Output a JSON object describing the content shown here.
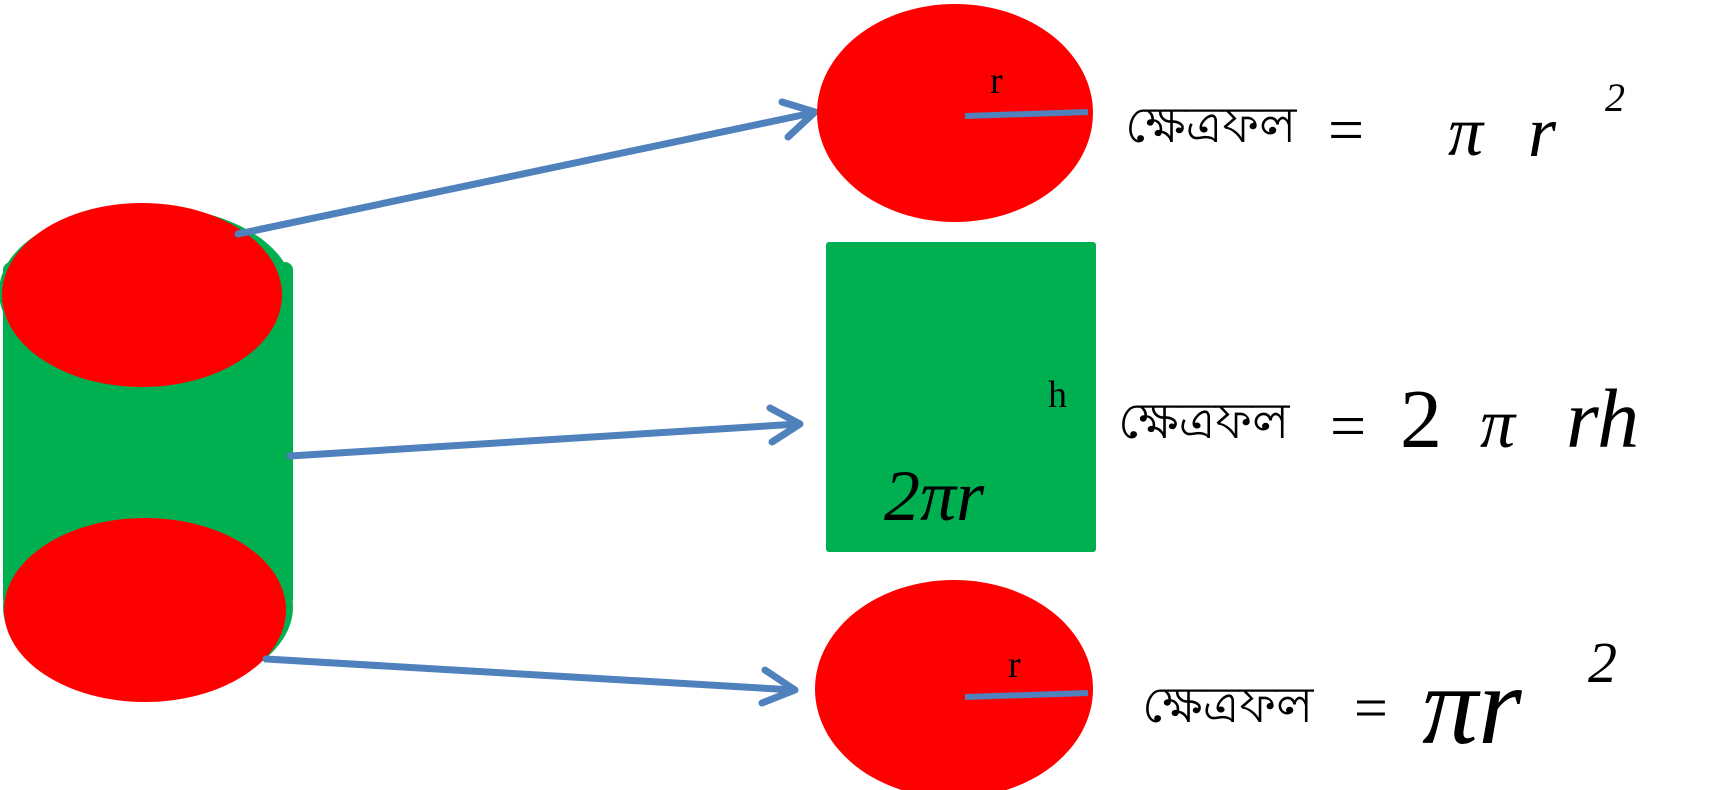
{
  "colors": {
    "red": "#ff0000",
    "green": "#00b050",
    "arrow": "#4f81bd",
    "radius_line": "#4f81bd",
    "text": "#000000"
  },
  "top_circle": {
    "radius_label": "r",
    "area_word": "ক্ষেত্রফল",
    "equals": "=",
    "pi": "π",
    "r": "r",
    "exponent": "2"
  },
  "rectangle": {
    "height_label": "h",
    "width_label": "2πr",
    "area_word": "ক্ষেত্রফল",
    "equals": "=",
    "two": "2",
    "pi": "π",
    "rh": "rh"
  },
  "bottom_circle": {
    "radius_label": "r",
    "area_word": "ক্ষেত্রফল",
    "equals": "=",
    "pi_r": "πr",
    "exponent": "2"
  }
}
